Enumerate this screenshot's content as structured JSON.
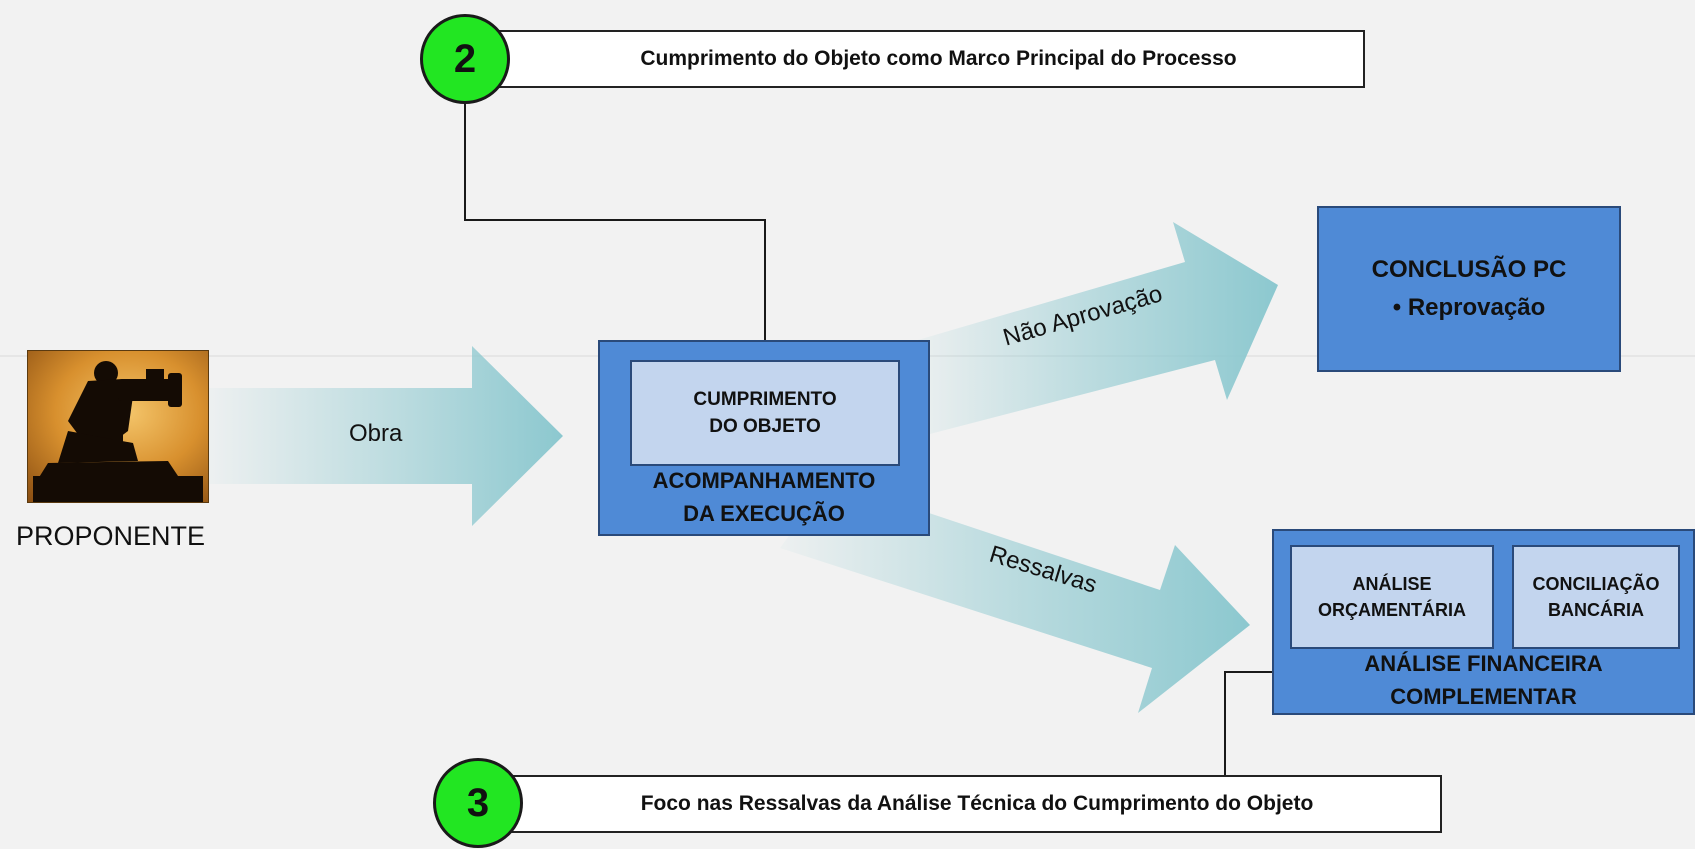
{
  "proponente": {
    "label": "PROPONENTE",
    "icon": "camera-operator-silhouette-icon"
  },
  "arrows": {
    "obra": "Obra",
    "nao_aprovacao": "Não Aprovação",
    "ressalvas": "Ressalvas"
  },
  "acompanhamento": {
    "inner": [
      "CUMPRIMENTO",
      "DO OBJETO"
    ],
    "title": [
      "ACOMPANHAMENTO",
      "DA EXECUÇÃO"
    ]
  },
  "conclusao": {
    "title": "CONCLUSÃO PC",
    "bullet": "• Reprovação"
  },
  "analise_financeira": {
    "orcamentaria": [
      "ANÁLISE",
      "ORÇAMENTÁRIA"
    ],
    "bancaria": [
      "CONCILIAÇÃO",
      "BANCÁRIA"
    ],
    "title": [
      "ANÁLISE FINANCEIRA",
      "COMPLEMENTAR"
    ]
  },
  "callouts": [
    {
      "number": "2",
      "text": "Cumprimento do Objeto como Marco Principal do Processo"
    },
    {
      "number": "3",
      "text": "Foco nas Ressalvas da Análise Técnica do Cumprimento do Objeto"
    }
  ],
  "colors": {
    "green_circle": "#22e622",
    "blue_box": "#4f8ad6",
    "light_box": "#c3d5ee",
    "arrow_teal": "#8cc8cf"
  }
}
